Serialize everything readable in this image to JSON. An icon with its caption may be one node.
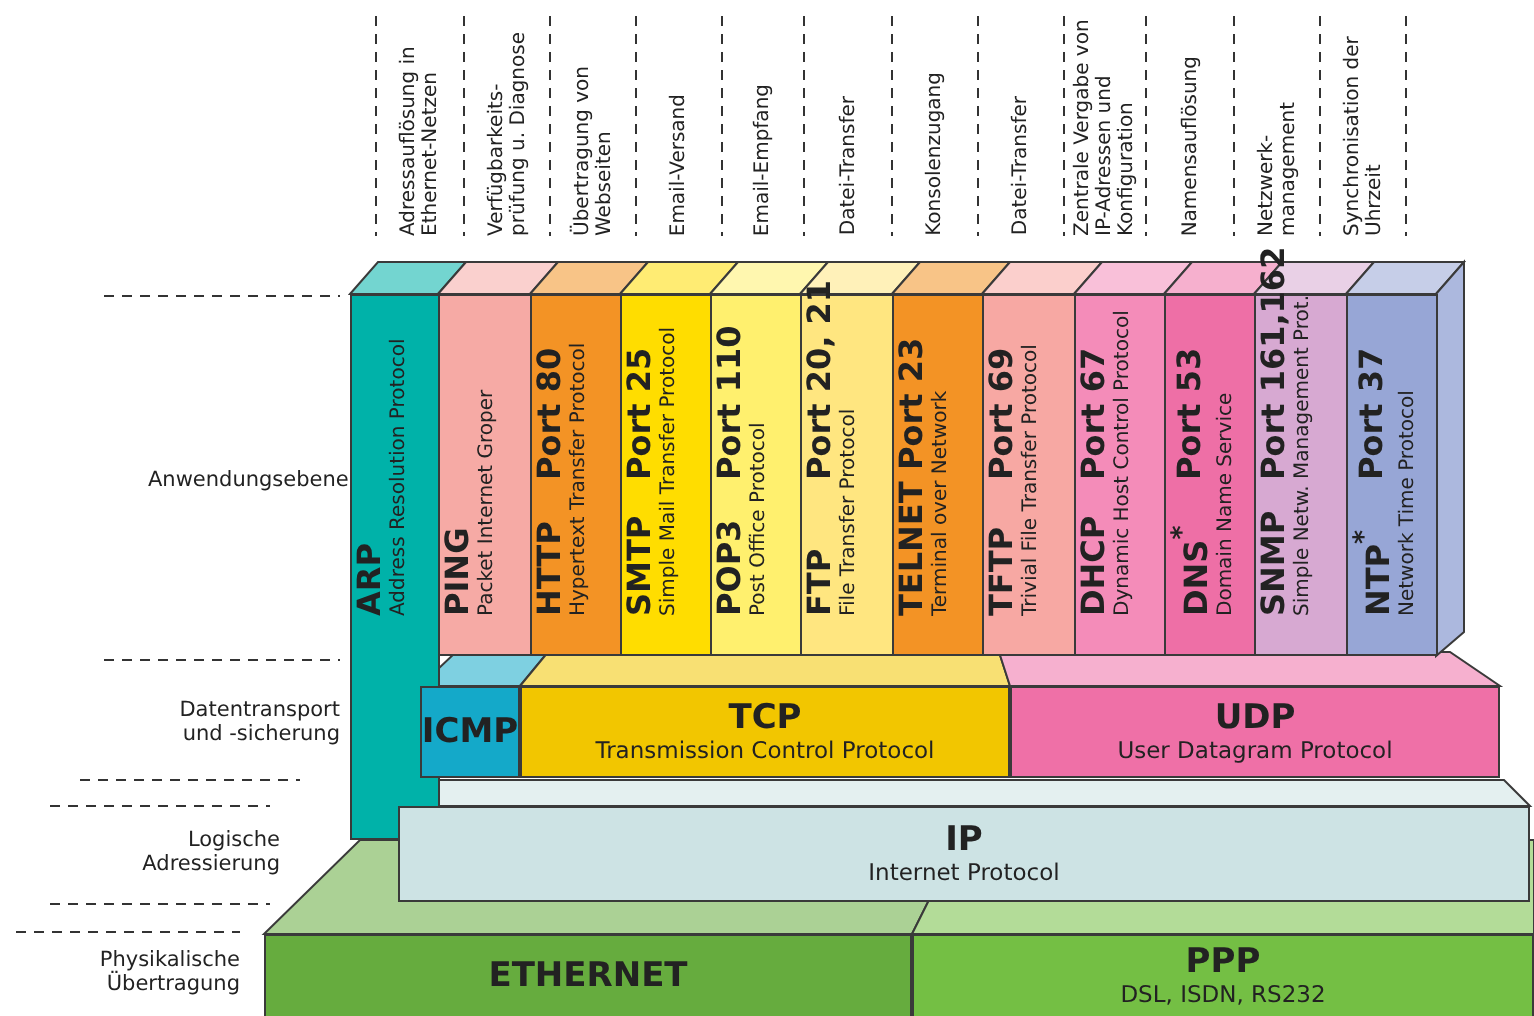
{
  "diagram": {
    "nodes": [
      {
        "text": [
          "ARP",
          "Address Resolution Protocol"
        ],
        "beside": [
          "Adressauflösung in Ethernet-Netzen"
        ]
      },
      {
        "text": [
          "PING",
          "Packet Internet Groper"
        ],
        "beside": [
          "Verfügbarkeits- prüfung u. Diagnose"
        ]
      },
      {
        "text": [
          "HTTP",
          "Port 80",
          "Hypertext Transfer Protocol"
        ],
        "beside": [
          "Übertragung von Webseiten"
        ]
      },
      {
        "text": [
          "SMTP",
          "Port 25",
          "Simple Mail Transfer Protocol"
        ],
        "beside": [
          "Email-Versand"
        ]
      },
      {
        "text": [
          "POP3",
          "Port 110",
          "Post Office Protocol"
        ],
        "beside": [
          "Email-Empfang"
        ]
      },
      {
        "text": [
          "FTP",
          "Port 20, 21",
          "File Transfer Protocol"
        ],
        "beside": [
          "Datei-Transfer"
        ]
      },
      {
        "text": [
          "TELNET",
          "Port 23",
          "Terminal over Network"
        ],
        "beside": [
          "Konsolenzugang"
        ]
      },
      {
        "text": [
          "TFTP",
          "Port 69",
          "Trivial File Transfer Protocol"
        ],
        "beside": [
          "Datei-Transfer"
        ]
      },
      {
        "text": [
          "DHCP",
          "Port 67",
          "Dynamic Host Control Protocol"
        ],
        "beside": [
          "Zentrale Vergabe von IP-Adressen und Konfiguration"
        ]
      },
      {
        "text": [
          "DNS$^{*}$",
          "Port 53",
          "Domain Name Service"
        ],
        "beside": [
          "Namensauflösung"
        ]
      },
      {
        "text": [
          "SNMP",
          "Port 161,162",
          "Simple Netw. Management Prot."
        ],
        "beside": [
          "Netzwerk- management"
        ]
      },
      {
        "text": [
          "NTP$^{*}$",
          "Port 37",
          "Network Time Protocol"
        ],
        "beside": [
          "Synchronisation der Uhrzeit"
        ]
      },
      {
        "text": [
          "ICMP"
        ]
      },
      {
        "text": [
          "TCP",
          "Transmission Control Protocol"
        ]
      },
      {
        "text": [
          "UDP",
          "User Datagram Protocol"
        ]
      },
      {
        "text": [
          "IP",
          "Internet Protocol"
        ]
      },
      {
        "text": [
          "ETHERNET"
        ]
      },
      {
        "text": [
          "PPP",
          "DSL, ISDN, RS232"
        ]
      }
    ],
    "labels": [
      "Anwendungsebene",
      "Datentransport und -sicherung",
      "Logische Adressierung",
      "Physikalische Übertragung"
    ]
  }
}
